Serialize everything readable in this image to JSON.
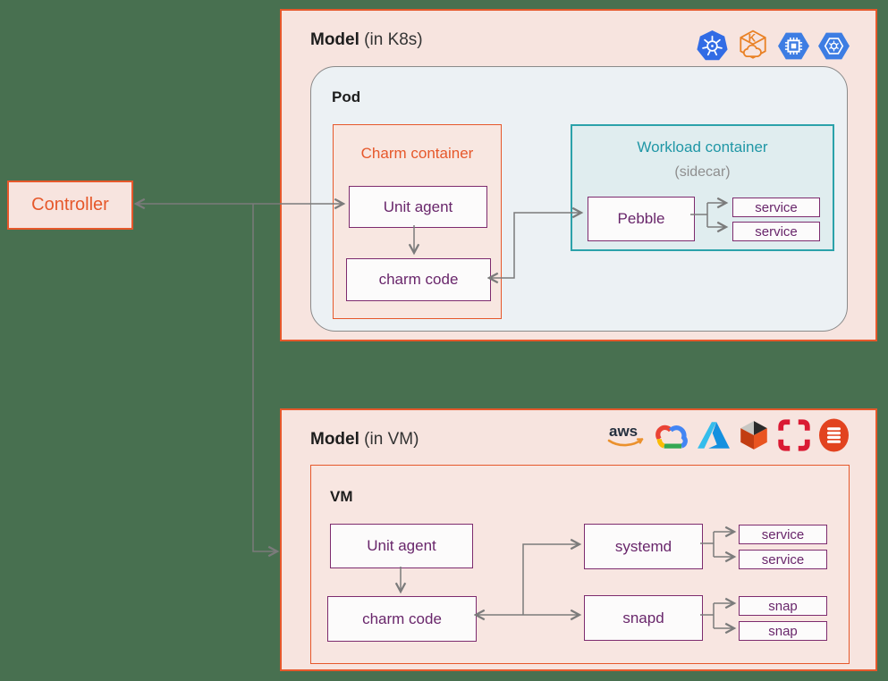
{
  "palette": {
    "background": "#487050",
    "orange": "#E6582B",
    "purple_border": "#7D2B6E",
    "purple_text": "#69266B",
    "teal": "#2097A6",
    "arrow_grey": "#7B7B7B",
    "model_bg": "#F7E4DF",
    "pod_bg": "#ECF1F4",
    "workload_bg": "#E0EDEF"
  },
  "controller": {
    "label": "Controller"
  },
  "model_k8s": {
    "title": "Model",
    "title_suffix": "(in K8s)",
    "icons": [
      {
        "id": "kubernetes-icon"
      },
      {
        "id": "eks-icon",
        "letter": "K"
      },
      {
        "id": "compute-engine-icon"
      },
      {
        "id": "gke-icon"
      }
    ],
    "pod": {
      "label": "Pod",
      "charm_container": {
        "label": "Charm container",
        "unit_agent": "Unit agent",
        "charm_code": "charm code"
      },
      "workload_container": {
        "label": "Workload container",
        "sublabel": "(sidecar)",
        "pebble": "Pebble",
        "services": [
          "service",
          "service"
        ]
      }
    }
  },
  "model_vm": {
    "title": "Model",
    "title_suffix": "(in VM)",
    "icons": [
      {
        "id": "aws-icon",
        "wordmark": "aws"
      },
      {
        "id": "google-cloud-icon"
      },
      {
        "id": "azure-icon"
      },
      {
        "id": "lxd-icon"
      },
      {
        "id": "openstack-icon"
      },
      {
        "id": "maas-icon"
      }
    ],
    "vm": {
      "label": "VM",
      "unit_agent": "Unit agent",
      "charm_code": "charm code",
      "systemd": "systemd",
      "snapd": "snapd",
      "services": [
        "service",
        "service"
      ],
      "snaps": [
        "snap",
        "snap"
      ]
    }
  }
}
